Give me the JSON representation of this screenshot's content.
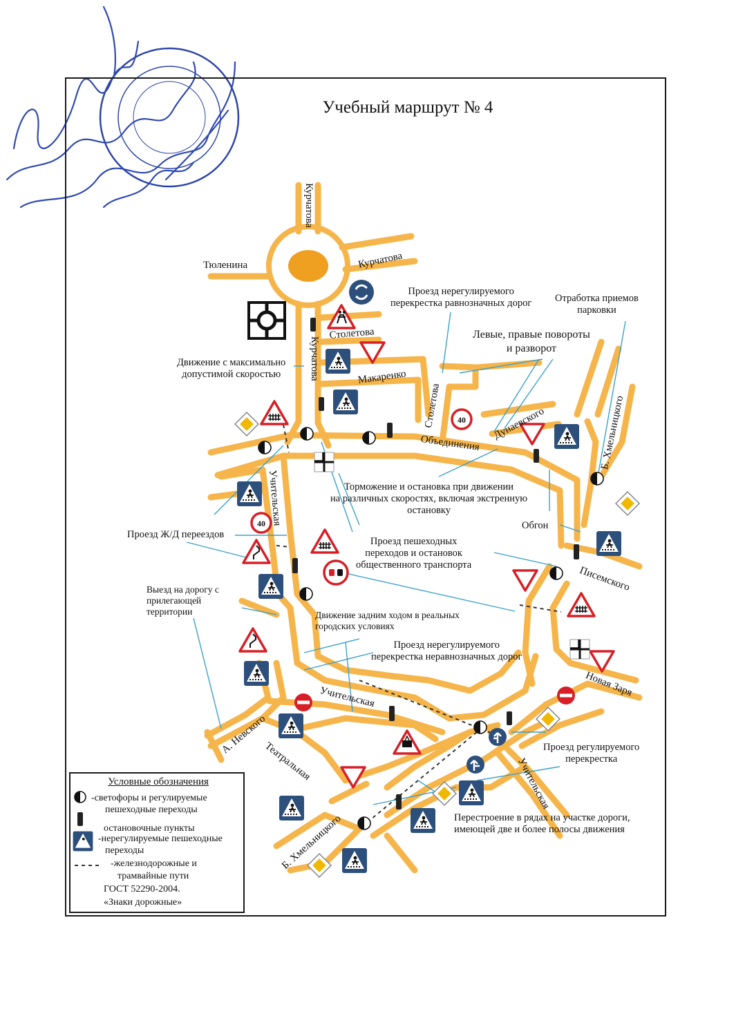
{
  "title": "Учебный маршрут № 4",
  "streets": {
    "kurchatova_n": "Курчатова",
    "kurchatova_e": "Курчатова",
    "kurchatova_s": "Курчатова",
    "tyulenina": "Тюленина",
    "stoletova": "Столетова",
    "stoletova_v": "Столетова",
    "makarenko": "Макаренко",
    "dunaevskogo": "Дунаевского",
    "obedineniya": "Объединения",
    "b_khmelnitskogo_e": "Б. Хмельницкого",
    "uchitelskaya_v": "Учительская",
    "uchitelskaya_s": "Учительская",
    "uchitelskaya_se": "Учительская",
    "pisemskogo": "Писемского",
    "novaya_zarya": "Новая Заря",
    "a_nevskogo": "А. Невского",
    "teatralnaya": "Театральная",
    "b_khmelnitskogo_s": "Б. Хмельницкого"
  },
  "annotations": {
    "unregulated_equal": "Проезд нерегулируемого\nперекрестка равнозначных дорог",
    "parking": "Отработка приемов\nпарковки",
    "turns": "Левые, правые повороты\nи разворот",
    "max_speed": "Движение с максимально\nдопустимой скоростью",
    "braking": "Торможение и остановка при движении\nна различных скоростях, включая экстренную\nостановку",
    "railway": "Проезд Ж/Д переездов",
    "overtaking": "Обгон",
    "pedestrian": "Проезд пешеходных\nпереходов и остановок\nобщественного транспорта",
    "exit_road": "Выезд на дорогу с\nприлегающей\nтерритории",
    "reverse": "Движение задним ходом в реальных\nгородских условиях",
    "unregulated_unequal": "Проезд нерегулируемого\nперекрестка неравнозначных дорог",
    "regulated": "Проезд регулируемого\nперекрестка",
    "lanes": "Перестроение в рядах на участке дороги,\nимеющей две и более полосы движения"
  },
  "legend": {
    "title": "Условные обозначения",
    "traffic_lights": "-светофоры и регулируемые",
    "traffic_lights_2": "пешеходные переходы",
    "stops": "остановочные пункты",
    "crossings": "-нерегулируемые пешеходные",
    "crossings_2": "переходы",
    "railways": "-железнодорожные и",
    "railways_2": "трамвайные пути",
    "gost": "ГОСТ 52290-2004.",
    "signs": "«Знаки дорожные»"
  },
  "signs": {
    "speed_limit": "40"
  },
  "colors": {
    "road": "#f5b54a",
    "roundabout_center": "#f0a020",
    "sign_red": "#d61f26",
    "sign_blue": "#2d4f7c",
    "sign_yellow": "#f0b800",
    "callout_line": "#3aa0c8",
    "stamp": "#2d44a8"
  },
  "icons": [
    "traffic-light-icon",
    "bus-stop-icon",
    "pedestrian-crossing-icon",
    "railway-crossing-icon",
    "speed-limit-icon",
    "give-way-icon",
    "no-entry-icon",
    "priority-road-icon",
    "roundabout-icon",
    "children-icon",
    "dangerous-curve-icon",
    "no-overtaking-icon",
    "tram-icon",
    "lane-direction-icon"
  ]
}
